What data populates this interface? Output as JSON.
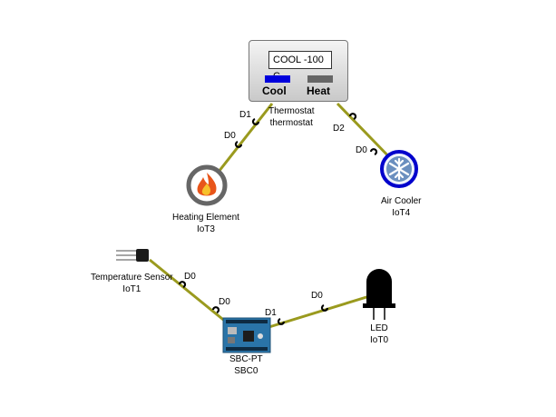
{
  "devices": {
    "thermostat": {
      "display": "COOL  -100 C",
      "cool_label": "Cool",
      "heat_label": "Heat",
      "name": "Thermostat",
      "sub": "thermostat"
    },
    "heating_element": {
      "name": "Heating Element",
      "sub": "IoT3"
    },
    "air_cooler": {
      "name": "Air Cooler",
      "sub": "IoT4"
    },
    "temp_sensor": {
      "name": "Temperature Sensor",
      "sub": "IoT1"
    },
    "sbc": {
      "name": "SBC-PT",
      "sub": "SBC0"
    },
    "led": {
      "name": "LED",
      "sub": "IoT0"
    }
  },
  "ports": {
    "thermo_d1": "D1",
    "heater_d0": "D0",
    "thermo_d2": "D2",
    "cooler_d0": "D0",
    "sensor_d0": "D0",
    "sbc_d0": "D0",
    "sbc_d1": "D1",
    "led_d0": "D0"
  },
  "colors": {
    "link": "#9a9a1e",
    "port": "#000000",
    "cool_indicator": "#0000dd",
    "air_cooler_ring": "#0000cc"
  }
}
